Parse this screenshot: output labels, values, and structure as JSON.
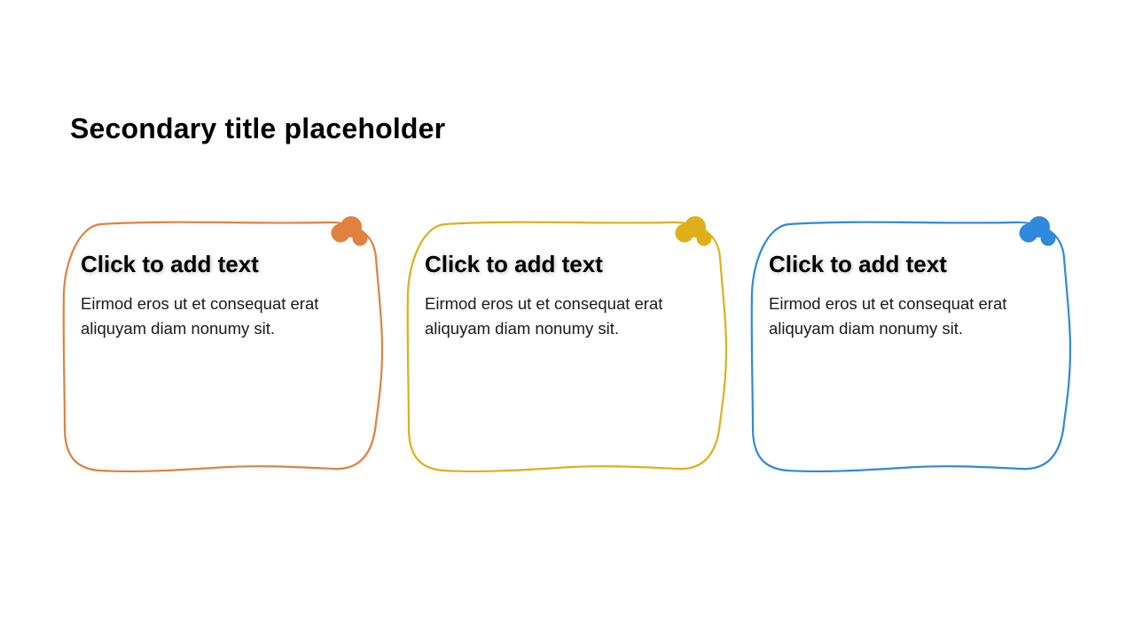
{
  "slide": {
    "title": "Secondary title placeholder",
    "background_color": "#ffffff",
    "cards": [
      {
        "id": "orange-card",
        "accent": "#E0813E",
        "heading": "Click to add text",
        "body": "Eirmod eros ut et consequat erat aliquyam diam nonumy sit.",
        "corner_icon": "cloud-icon"
      },
      {
        "id": "yellow-card",
        "accent": "#DFAF1A",
        "heading": "Click to add text",
        "body": "Eirmod eros ut et consequat erat aliquyam diam nonumy sit.",
        "corner_icon": "cloud-icon"
      },
      {
        "id": "blue-card",
        "accent": "#3089DA",
        "heading": "Click to add text",
        "body": "Eirmod eros ut et consequat erat aliquyam diam nonumy sit.",
        "corner_icon": "cloud-icon"
      }
    ]
  }
}
